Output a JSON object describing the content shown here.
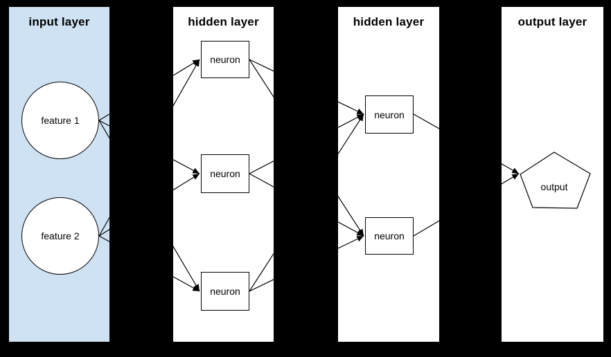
{
  "diagram": {
    "type": "neural-network",
    "background_color": "#000000",
    "panel_colors": {
      "input": "#cfe2f3",
      "hidden": "#ffffff",
      "output": "#ffffff"
    },
    "node_border_color": "#000000",
    "edge_color": "#000000"
  },
  "panels": [
    {
      "title": "input layer"
    },
    {
      "title": "hidden layer"
    },
    {
      "title": "hidden layer"
    },
    {
      "title": "output layer"
    }
  ],
  "nodes": {
    "feature1": {
      "label": "feature 1",
      "shape": "circle",
      "layer": "input"
    },
    "feature2": {
      "label": "feature 2",
      "shape": "circle",
      "layer": "input"
    },
    "h1n1": {
      "label": "neuron",
      "shape": "rect",
      "layer": "hidden-1"
    },
    "h1n2": {
      "label": "neuron",
      "shape": "rect",
      "layer": "hidden-1"
    },
    "h1n3": {
      "label": "neuron",
      "shape": "rect",
      "layer": "hidden-1"
    },
    "h2n1": {
      "label": "neuron",
      "shape": "rect",
      "layer": "hidden-2"
    },
    "h2n2": {
      "label": "neuron",
      "shape": "rect",
      "layer": "hidden-2"
    },
    "output": {
      "label": "output",
      "shape": "pentagon",
      "layer": "output"
    }
  },
  "edges": [
    {
      "from": "feature1",
      "to": "h1n1"
    },
    {
      "from": "feature1",
      "to": "h1n2"
    },
    {
      "from": "feature1",
      "to": "h1n3"
    },
    {
      "from": "feature2",
      "to": "h1n1"
    },
    {
      "from": "feature2",
      "to": "h1n2"
    },
    {
      "from": "feature2",
      "to": "h1n3"
    },
    {
      "from": "h1n1",
      "to": "h2n1"
    },
    {
      "from": "h1n1",
      "to": "h2n2"
    },
    {
      "from": "h1n2",
      "to": "h2n1"
    },
    {
      "from": "h1n2",
      "to": "h2n2"
    },
    {
      "from": "h1n3",
      "to": "h2n1"
    },
    {
      "from": "h1n3",
      "to": "h2n2"
    },
    {
      "from": "h2n1",
      "to": "output"
    },
    {
      "from": "h2n2",
      "to": "output"
    }
  ]
}
